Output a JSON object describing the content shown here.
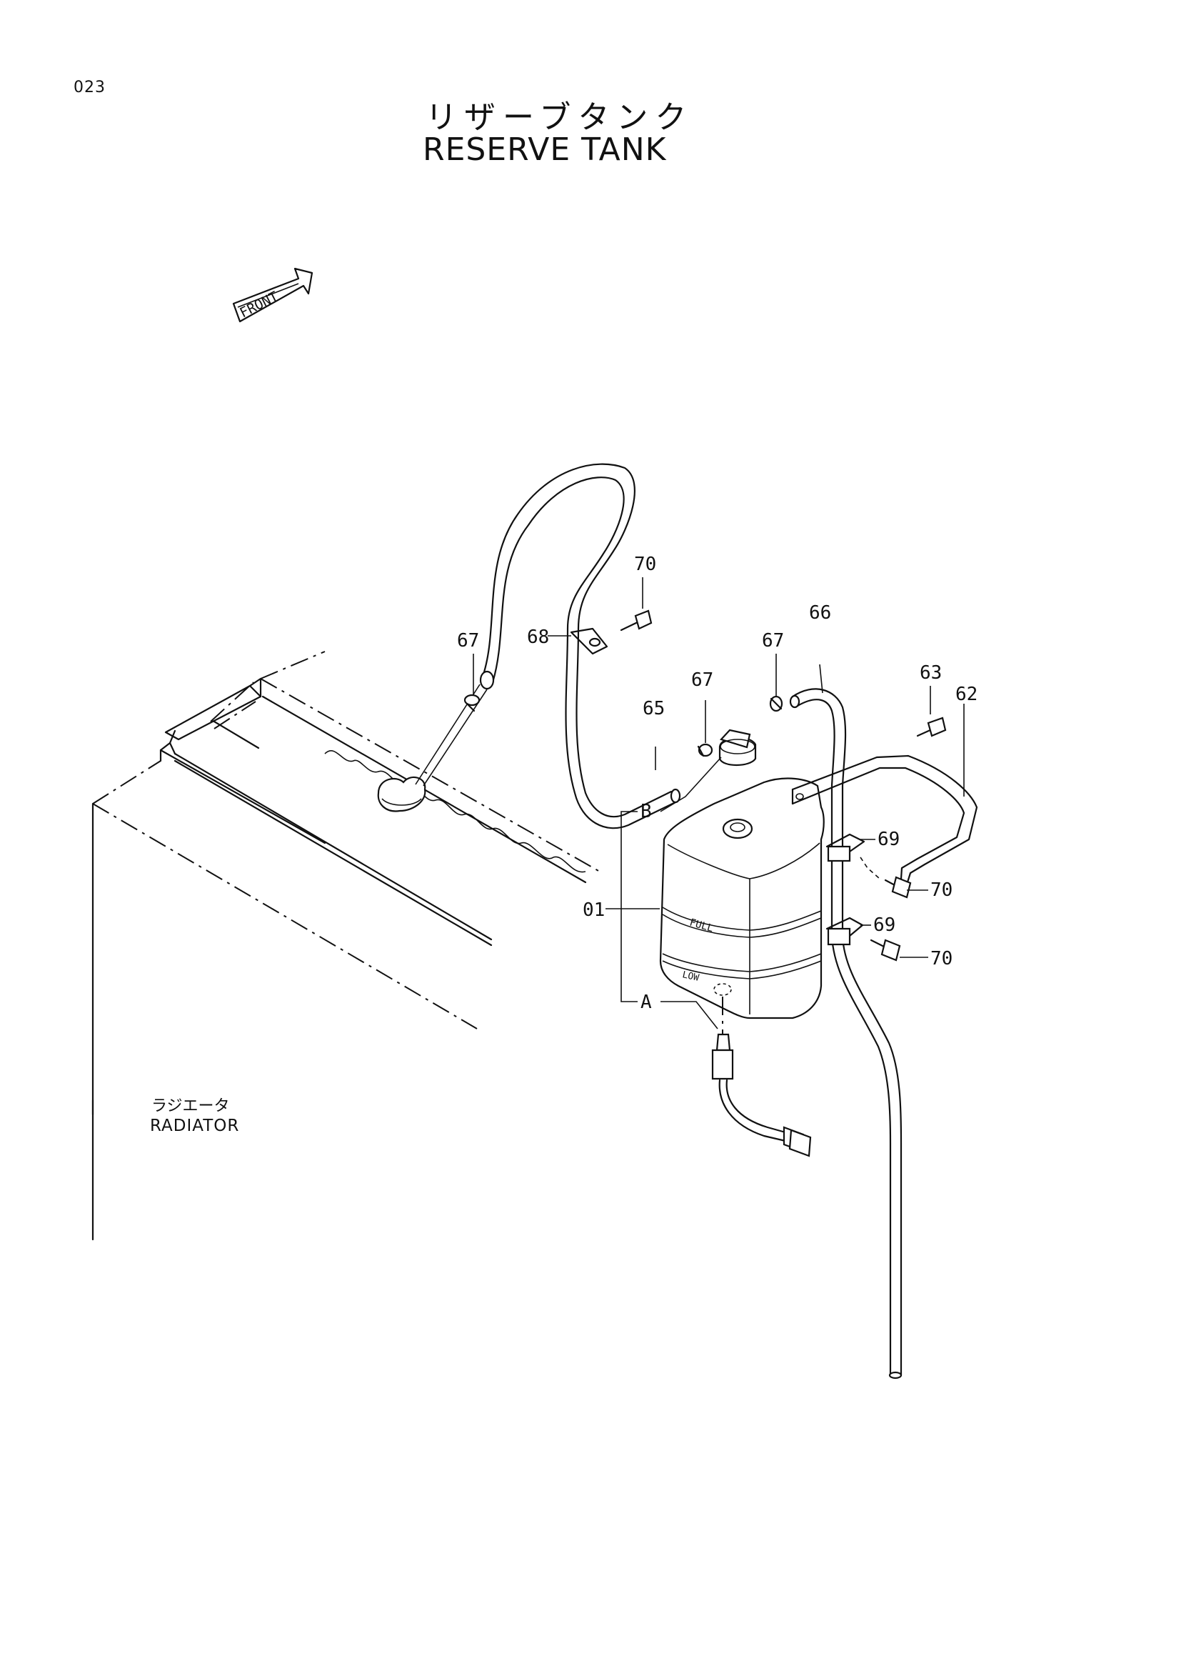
{
  "page_number": "023",
  "title_jp": "リザーブタンク",
  "title_en": "RESERVE TANK",
  "front_label": "FRONT",
  "radiator": {
    "label_jp": "ラジエータ",
    "label_en": "RADIATOR"
  },
  "tank_markings": {
    "full": "FULL",
    "low": "LOW"
  },
  "callouts": [
    {
      "id": "c01",
      "text": "01"
    },
    {
      "id": "c62",
      "text": "62"
    },
    {
      "id": "c63",
      "text": "63"
    },
    {
      "id": "c65",
      "text": "65"
    },
    {
      "id": "c66",
      "text": "66"
    },
    {
      "id": "c67a",
      "text": "67"
    },
    {
      "id": "c67b",
      "text": "67"
    },
    {
      "id": "c67c",
      "text": "67"
    },
    {
      "id": "c68",
      "text": "68"
    },
    {
      "id": "c69a",
      "text": "69"
    },
    {
      "id": "c69b",
      "text": "69"
    },
    {
      "id": "c70a",
      "text": "70"
    },
    {
      "id": "c70b",
      "text": "70"
    },
    {
      "id": "c70c",
      "text": "70"
    },
    {
      "id": "cA",
      "text": "A"
    },
    {
      "id": "cB",
      "text": "B"
    }
  ]
}
